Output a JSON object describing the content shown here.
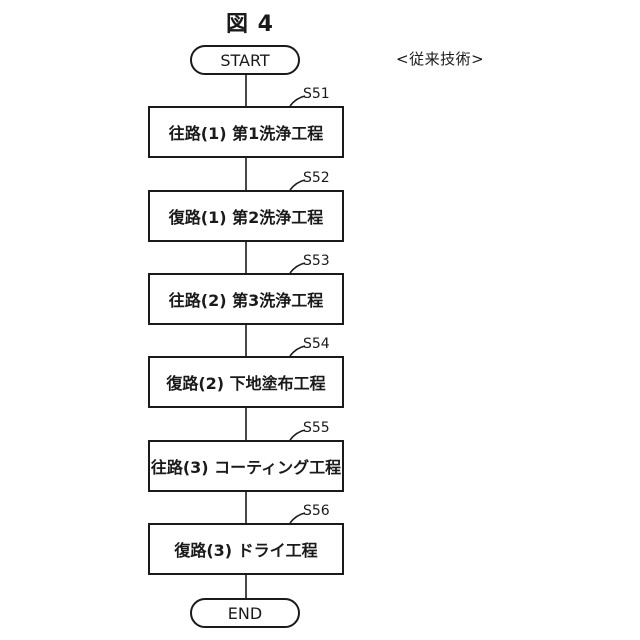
{
  "figure_title": "図 4",
  "caption": "<従来技術>",
  "start_label": "START",
  "end_label": "END",
  "steps": [
    {
      "id": "S51",
      "text": "往路(1) 第1洗浄工程"
    },
    {
      "id": "S52",
      "text": "復路(1) 第2洗浄工程"
    },
    {
      "id": "S53",
      "text": "往路(2) 第3洗浄工程"
    },
    {
      "id": "S54",
      "text": "復路(2) 下地塗布工程"
    },
    {
      "id": "S55",
      "text": "往路(3) コーティング工程"
    },
    {
      "id": "S56",
      "text": "復路(3) ドライ工程"
    }
  ]
}
